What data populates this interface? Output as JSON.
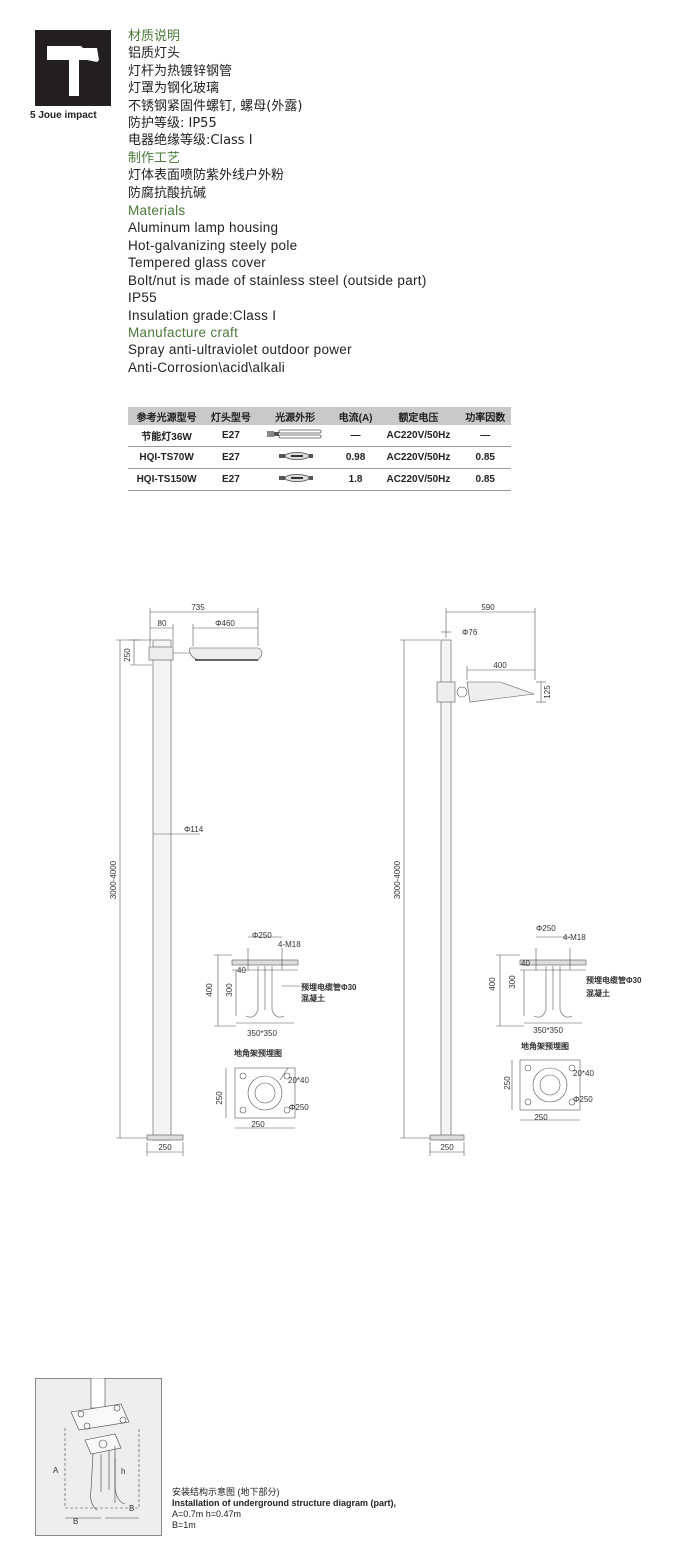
{
  "brand": {
    "caption": "5 Joue impact"
  },
  "spec": {
    "cn_materials_title": "材质说明",
    "cn_materials": [
      "铝质灯头",
      "灯杆为热镀锌钢管",
      "灯罩为钢化玻璃",
      "不锈钢紧固件螺钉, 螺母(外露)",
      "防护等级: IP55",
      "电器绝缘等级:Class  I"
    ],
    "cn_craft_title": "制作工艺",
    "cn_craft": [
      "灯体表面喷防紫外线户外粉",
      "防腐抗酸抗碱"
    ],
    "en_materials_title": "Materials",
    "en_materials": [
      "Aluminum lamp housing",
      "Hot-galvanizing steely pole",
      "Tempered glass cover",
      "Bolt/nut is made of stainless steel (outside part)",
      "IP55",
      "Insulation grade:Class I"
    ],
    "en_craft_title": "Manufacture craft",
    "en_craft": [
      "Spray anti-ultraviolet outdoor power",
      "Anti-Corrosion\\acid\\alkali"
    ]
  },
  "lamp_table": {
    "headers": [
      "参考光源型号",
      "灯头型号",
      "光源外形",
      "电流(A)",
      "额定电压",
      "功率因数"
    ],
    "rows": [
      [
        "节能灯36W",
        "E27",
        "cfl-bulb-icon",
        "—",
        "AC220V/50Hz",
        "—"
      ],
      [
        "HQI-TS70W",
        "E27",
        "hid-bulb-icon",
        "0.98",
        "AC220V/50Hz",
        "0.85"
      ],
      [
        "HQI-TS150W",
        "E27",
        "hid-bulb-icon",
        "1.8",
        "AC220V/50Hz",
        "0.85"
      ]
    ]
  },
  "drawing_left": {
    "width": "735",
    "arm": "80",
    "head_dia": "Φ460",
    "head_h": "250",
    "pole_dia": "Φ114",
    "height": "3000-4000",
    "base": "250"
  },
  "drawing_right": {
    "width": "590",
    "pole_dia": "Φ76",
    "head_len": "400",
    "head_h": "125",
    "height": "3000-4000",
    "base": "250"
  },
  "foundation": {
    "plate_dia": "Φ250",
    "bolts": "4-M18",
    "depth": "400",
    "cage": "300",
    "offset": "40",
    "conduit": "预埋电缆管Φ30",
    "concrete": "混凝土",
    "size": "350*350",
    "title": "地角架预埋图",
    "bolt_spacing": "20*40",
    "plate_w": "250",
    "plate_h": "250",
    "hole": "Φ250"
  },
  "install": {
    "labels": {
      "a": "A",
      "b": "B",
      "h": "h"
    },
    "caption_cn": "安装结构示意图 (地下部分)",
    "caption_en": "Installation of underground structure diagram (part),",
    "dims1": "A=0.7m   h=0.47m",
    "dims2": "B=1m"
  }
}
